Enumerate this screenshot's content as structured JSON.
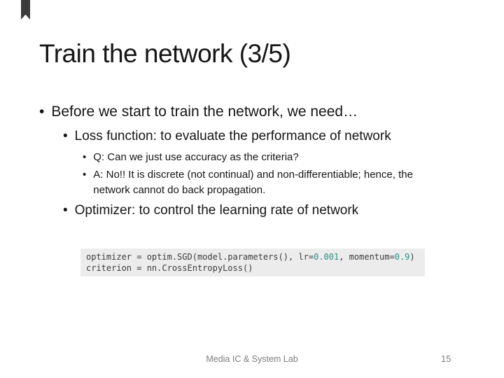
{
  "slide": {
    "title": "Train the network (3/5)",
    "bullet_char": "•",
    "bullets": [
      {
        "level": 1,
        "text": "Before we start to train the network, we need…"
      },
      {
        "level": 2,
        "text": "Loss function: to evaluate the performance of network"
      },
      {
        "level": 3,
        "text": "Q: Can we just use accuracy as the criteria?"
      },
      {
        "level": 3,
        "text": "A: No!! It is discrete (not continual) and non-differentiable; hence, the network cannot do back propagation."
      },
      {
        "level": 2,
        "text": "Optimizer: to control the learning rate of network"
      }
    ],
    "code": {
      "background": "#ececec",
      "default_color": "#3d3d3d",
      "number_color": "#2b9186",
      "lines": [
        {
          "segments": [
            {
              "text": "optimizer = optim.SGD(model.parameters(), lr=",
              "type": "default"
            },
            {
              "text": "0.001",
              "type": "number"
            },
            {
              "text": ", momentum=",
              "type": "default"
            },
            {
              "text": "0.9",
              "type": "number"
            },
            {
              "text": ")",
              "type": "default"
            }
          ]
        },
        {
          "segments": [
            {
              "text": "criterion = nn.CrossEntropyLoss()",
              "type": "default"
            }
          ]
        }
      ]
    },
    "footer": {
      "lab_name": "Media IC & System Lab",
      "page_number": "15"
    }
  }
}
